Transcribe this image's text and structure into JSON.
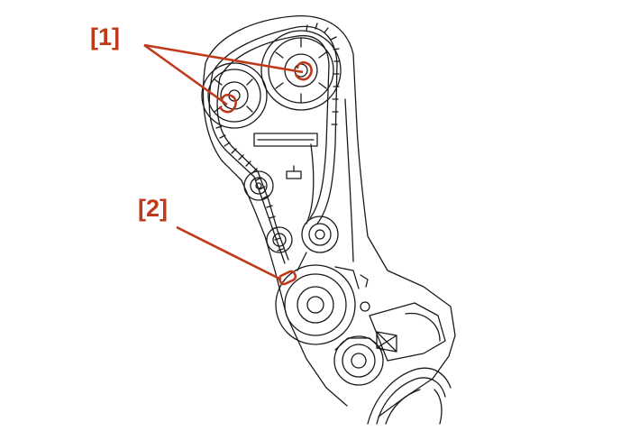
{
  "callouts": [
    {
      "id": "1",
      "label": "[1]"
    },
    {
      "id": "2",
      "label": "[2]"
    }
  ],
  "colors": {
    "callout": "#c0391b",
    "line_art": "#1a1a1a",
    "background": "#ffffff"
  }
}
